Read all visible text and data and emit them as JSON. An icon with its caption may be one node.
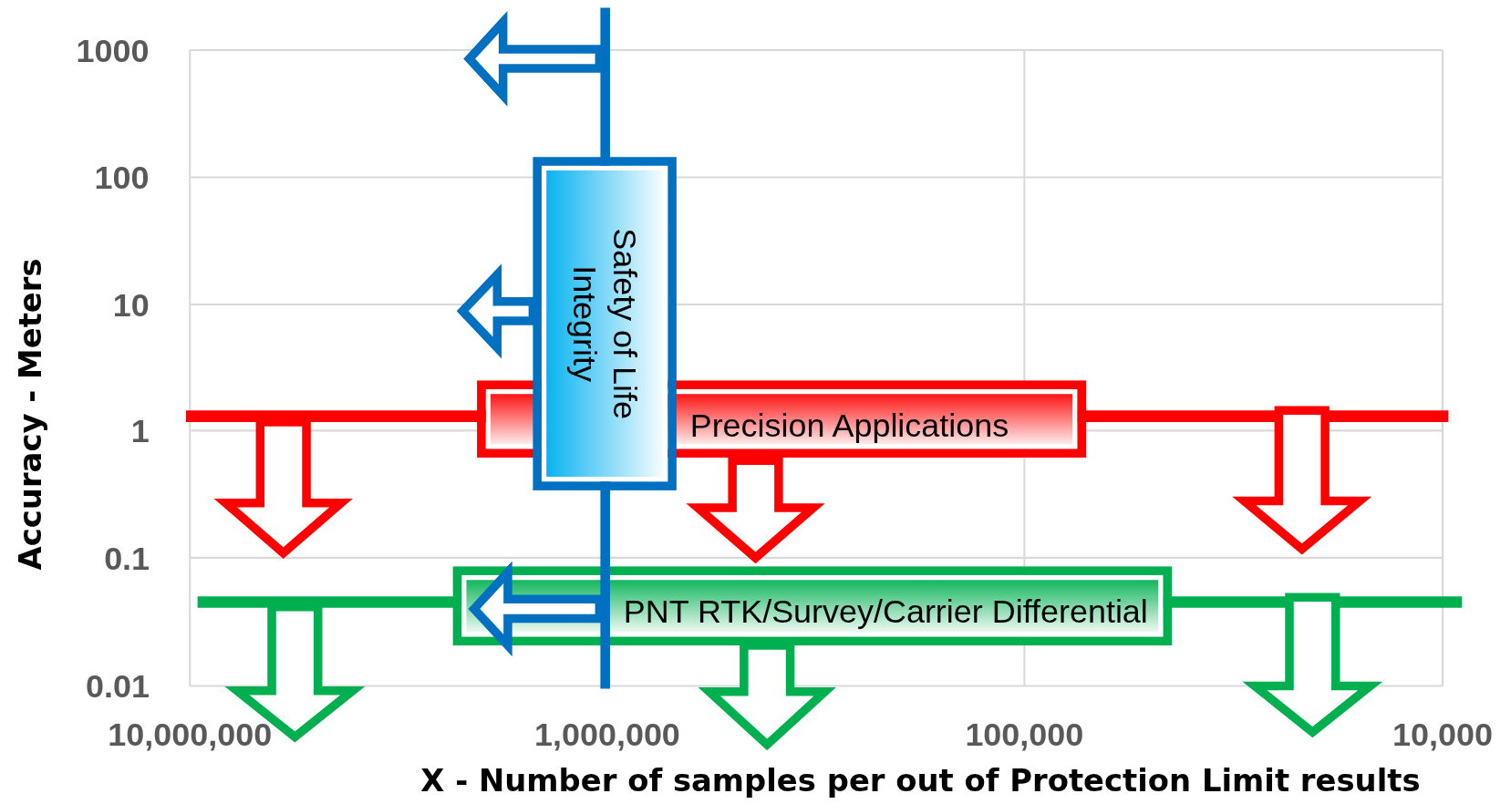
{
  "diagram": {
    "nodes": [
      {
        "text": [
          "Precision Applications"
        ]
      },
      {
        "text": [
          "PNT RTK/Survey/Carrier Differential"
        ]
      },
      {
        "text": [
          "Safety of Life Integrity"
        ]
      }
    ],
    "edges": [
      {
        "from": 0,
        "to": 1,
        "arrow": "to",
        "color": "#ff0000"
      },
      {
        "from": 2,
        "to": null,
        "arrow": "to",
        "color": "#0070c0"
      }
    ],
    "labels": [
      "1000",
      "100",
      "10",
      "1",
      "0.1",
      "0.01",
      "10,000,000",
      "1,000,000",
      "100,000",
      "10,000",
      "Accuracy - Meters",
      "X - Number of samples per out of Protection Limit results"
    ]
  }
}
